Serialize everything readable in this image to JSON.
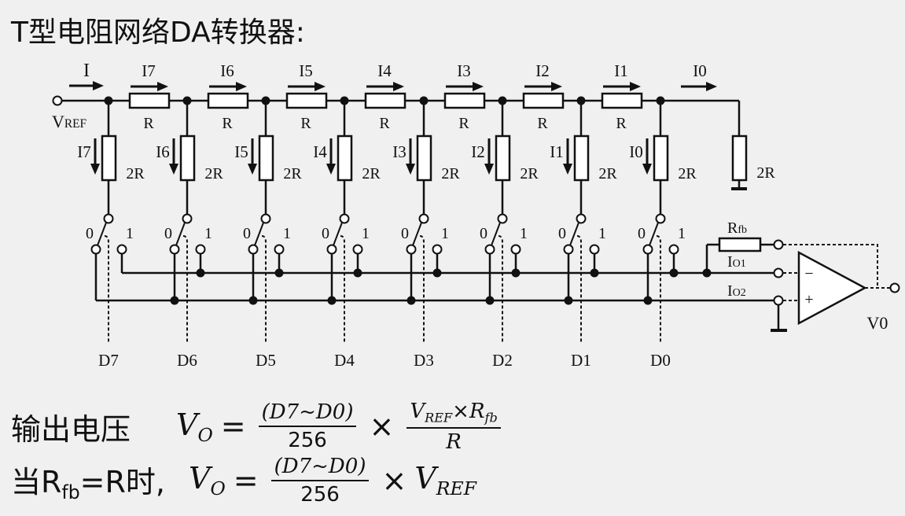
{
  "title": "T型电阻网络DA转换器:",
  "circuit": {
    "vref": {
      "main": "V",
      "sub": "REF"
    },
    "input_current": "I",
    "branches": [
      {
        "top_current": "I7",
        "branch_current": "I7",
        "bit": "D7"
      },
      {
        "top_current": "I6",
        "branch_current": "I6",
        "bit": "D6"
      },
      {
        "top_current": "I5",
        "branch_current": "I5",
        "bit": "D5"
      },
      {
        "top_current": "I4",
        "branch_current": "I4",
        "bit": "D4"
      },
      {
        "top_current": "I3",
        "branch_current": "I3",
        "bit": "D3"
      },
      {
        "top_current": "I2",
        "branch_current": "I2",
        "bit": "D2"
      },
      {
        "top_current": "I1",
        "branch_current": "I1",
        "bit": "D1"
      },
      {
        "top_current": "I0",
        "branch_current": "I0",
        "bit": "D0"
      }
    ],
    "series_resistor": "R",
    "shunt_resistor": "2R",
    "terminating_resistor": "2R",
    "switch_pos_0": "0",
    "switch_pos_1": "1",
    "rfb": {
      "main": "R",
      "sub": "fb"
    },
    "io1": {
      "main": "I",
      "sub": "O1"
    },
    "io2": {
      "main": "I",
      "sub": "O2"
    },
    "minus": "−",
    "plus": "+",
    "output": "V0"
  },
  "formulas": {
    "line1_label": "输出电压",
    "line2_label_a": "当R",
    "line2_label_sub": "fb",
    "line2_label_b": "=R时,",
    "vo": "V",
    "vo_sub": "O",
    "equals": "=",
    "numerator": "(D7~D0)",
    "denominator": "256",
    "times": "×",
    "vref": "V",
    "vref_sub": "REF",
    "rfb": "R",
    "rfb_sub": "fb",
    "r": "R"
  }
}
